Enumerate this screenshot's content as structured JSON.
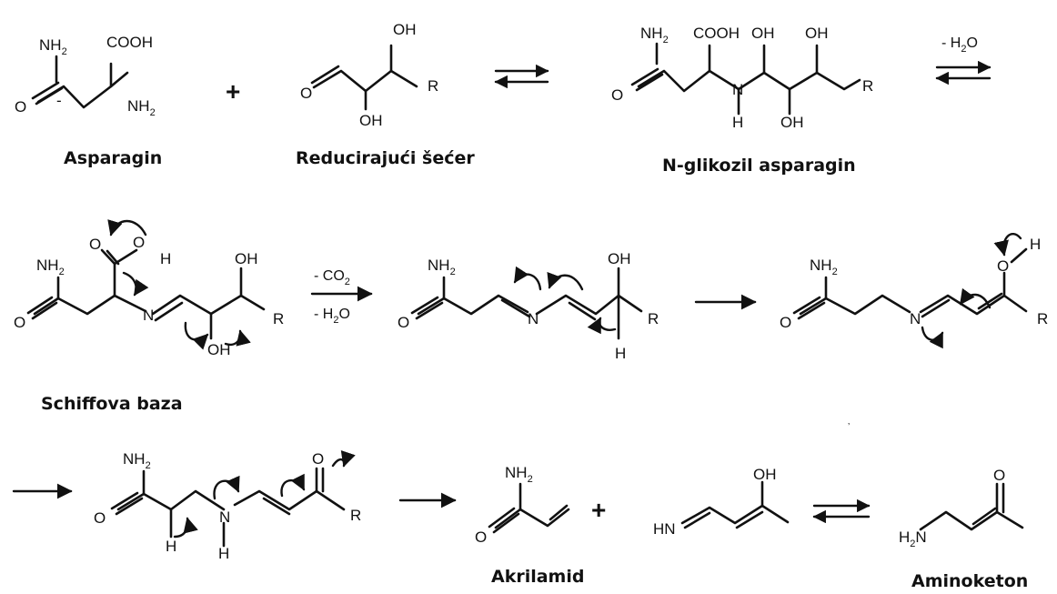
{
  "atoms": {
    "nh2": "NH",
    "two": "2",
    "cooh": "COOH",
    "oh": "OH",
    "o": "O",
    "r": "R",
    "n": "N",
    "h": "H",
    "hn": "HN",
    "h2n": "H",
    "h2n_n": "N",
    "minus": "-"
  },
  "plus": "+",
  "conditions": {
    "minus_h2o_a": "- H",
    "minus_h2o_b": "O",
    "minus_co2_a": "- CO",
    "minus_co2_b": "2"
  },
  "names": {
    "asparagin": "Asparagin",
    "sugar": "Reducirajući šećer",
    "glycosyl": "N-glikozil asparagin",
    "schiff": "Schiffova baza",
    "akrilamid": "Akrilamid",
    "aminoketon": "Aminoketon"
  }
}
